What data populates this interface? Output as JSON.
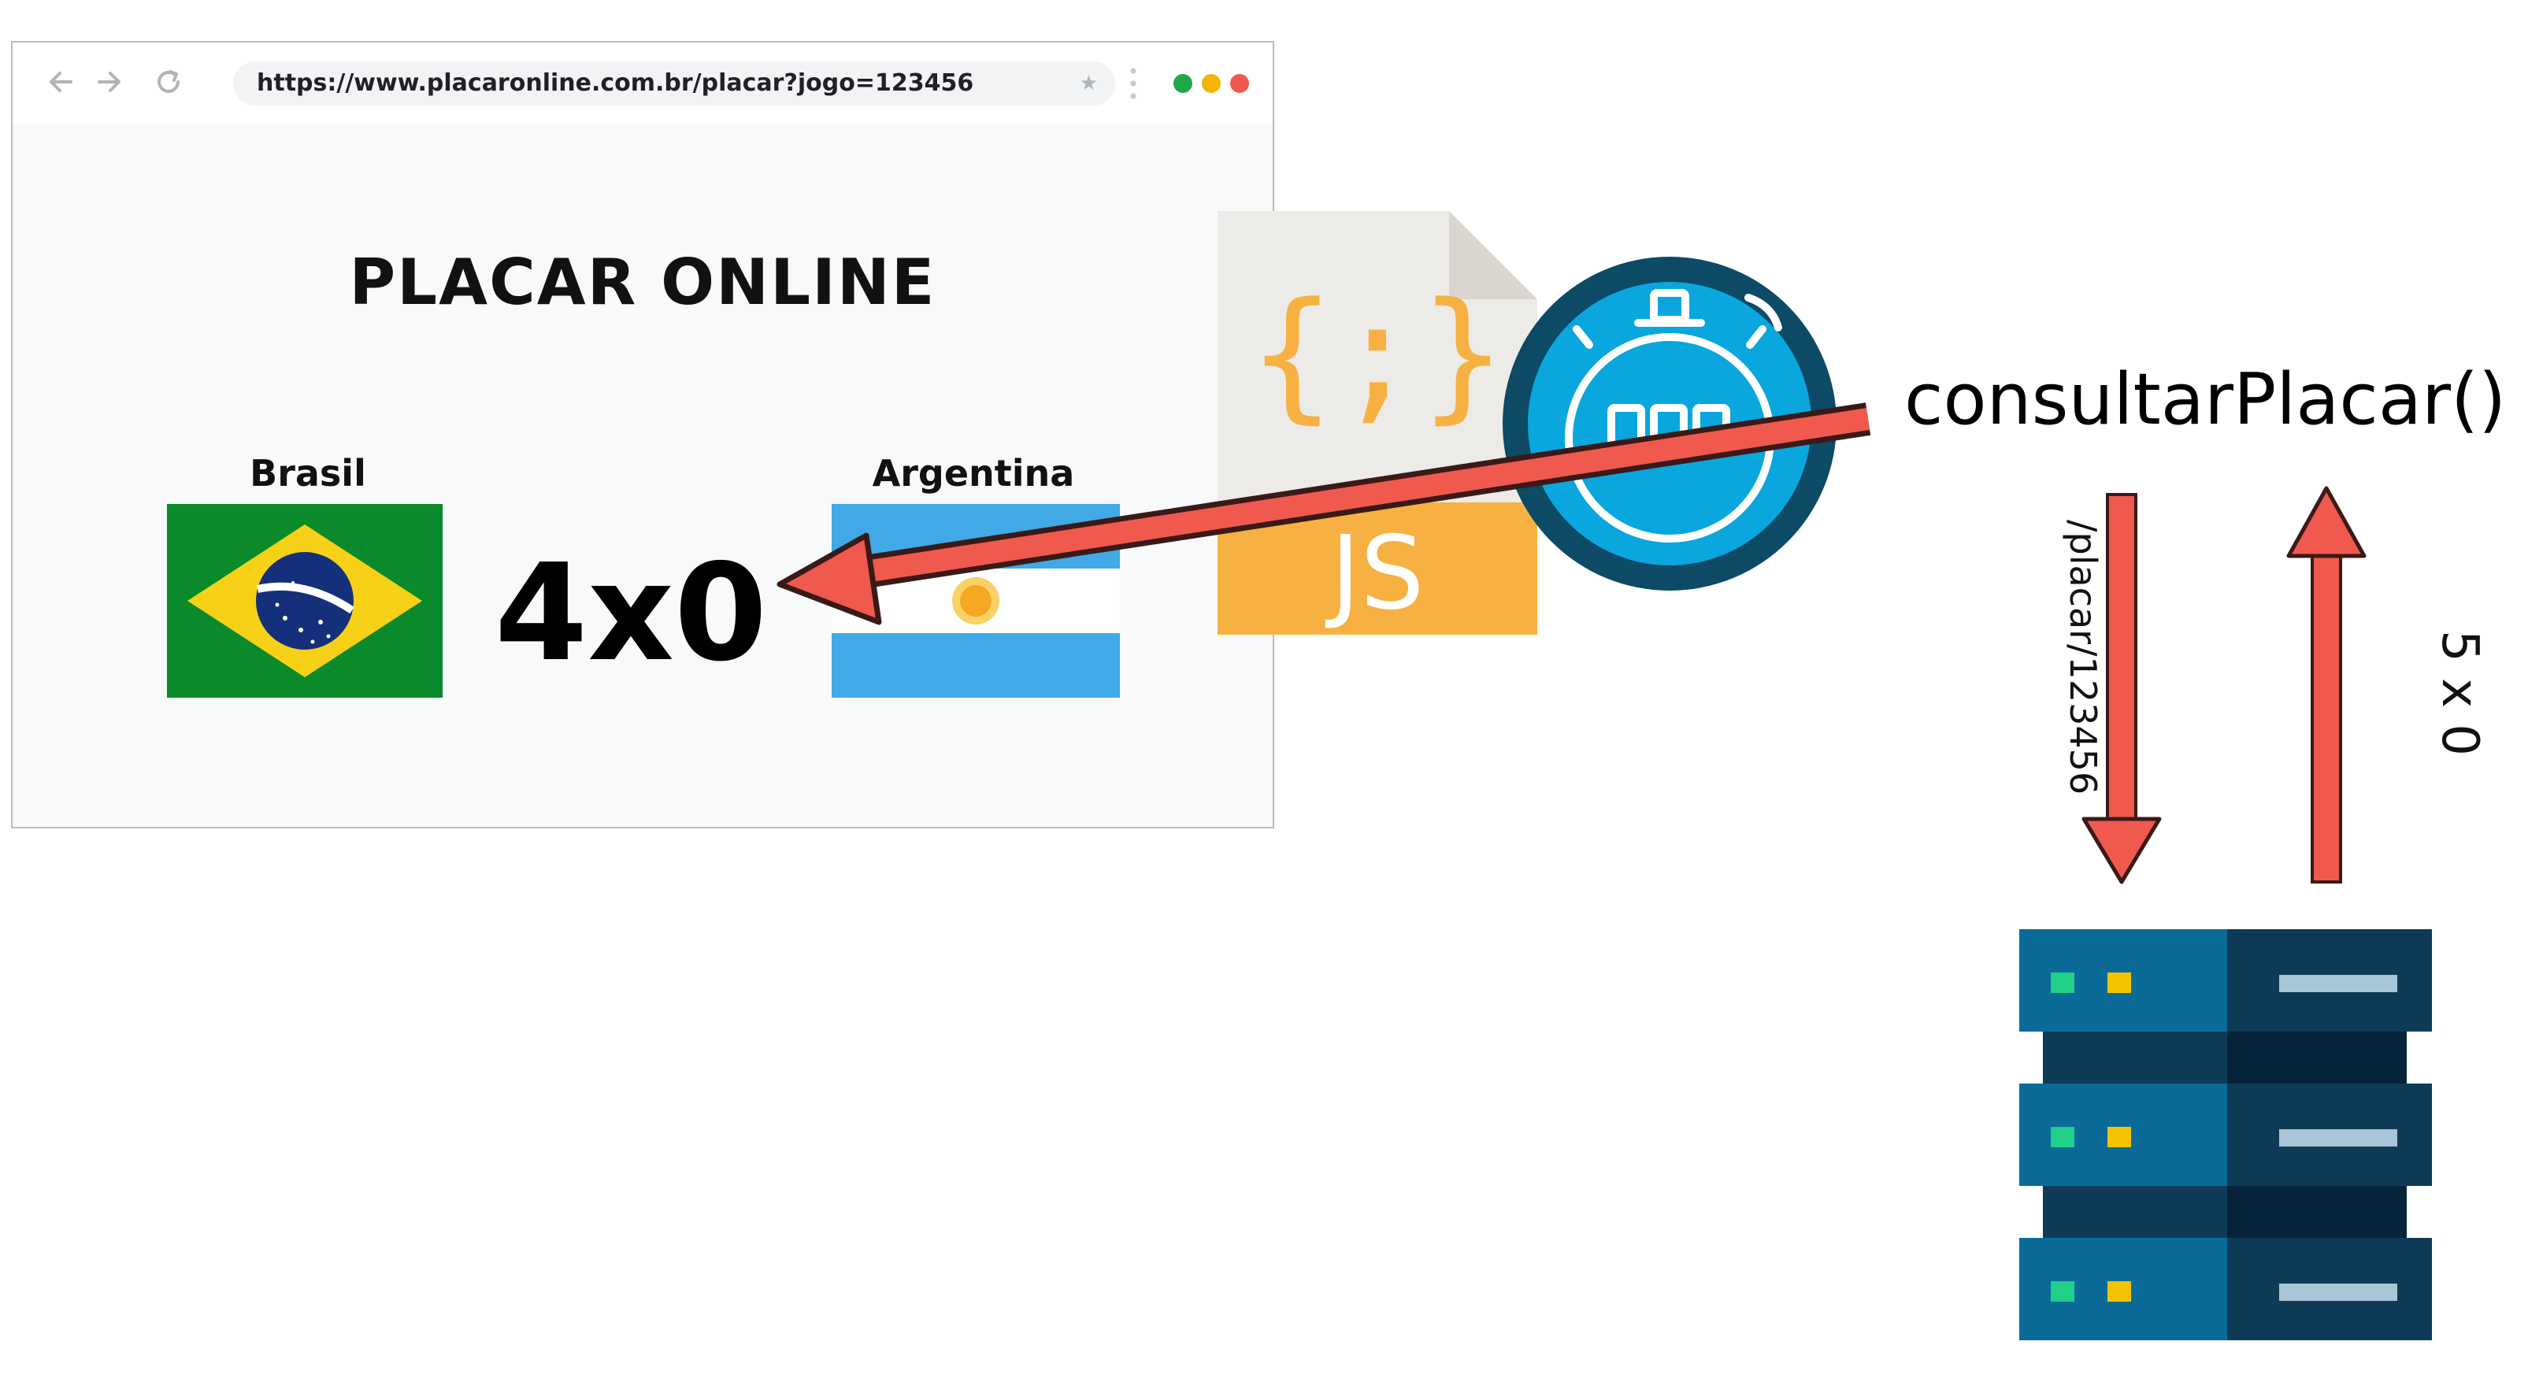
{
  "browser": {
    "url": "https://www.placaronline.com.br/placar?jogo=123456",
    "controls": {
      "back_icon": "arrow-left",
      "forward_icon": "arrow-right",
      "reload_icon": "reload",
      "bookmark_icon": "star",
      "menu_icon": "kebab"
    },
    "window_dots": [
      "#22a64a",
      "#f5b400",
      "#f0594e"
    ]
  },
  "page": {
    "title": "PLACAR ONLINE",
    "home_team": "Brasil",
    "away_team": "Argentina",
    "score": "4x0"
  },
  "diagram": {
    "function_call": "consultarPlacar()",
    "request_path": "/placar/123456",
    "response": "5 x 0",
    "js_file_label": "JS",
    "js_file_symbol": "{;}",
    "timer_icon": "stopwatch",
    "server_icon": "server-rack",
    "arrow_color": "#f0594e"
  }
}
